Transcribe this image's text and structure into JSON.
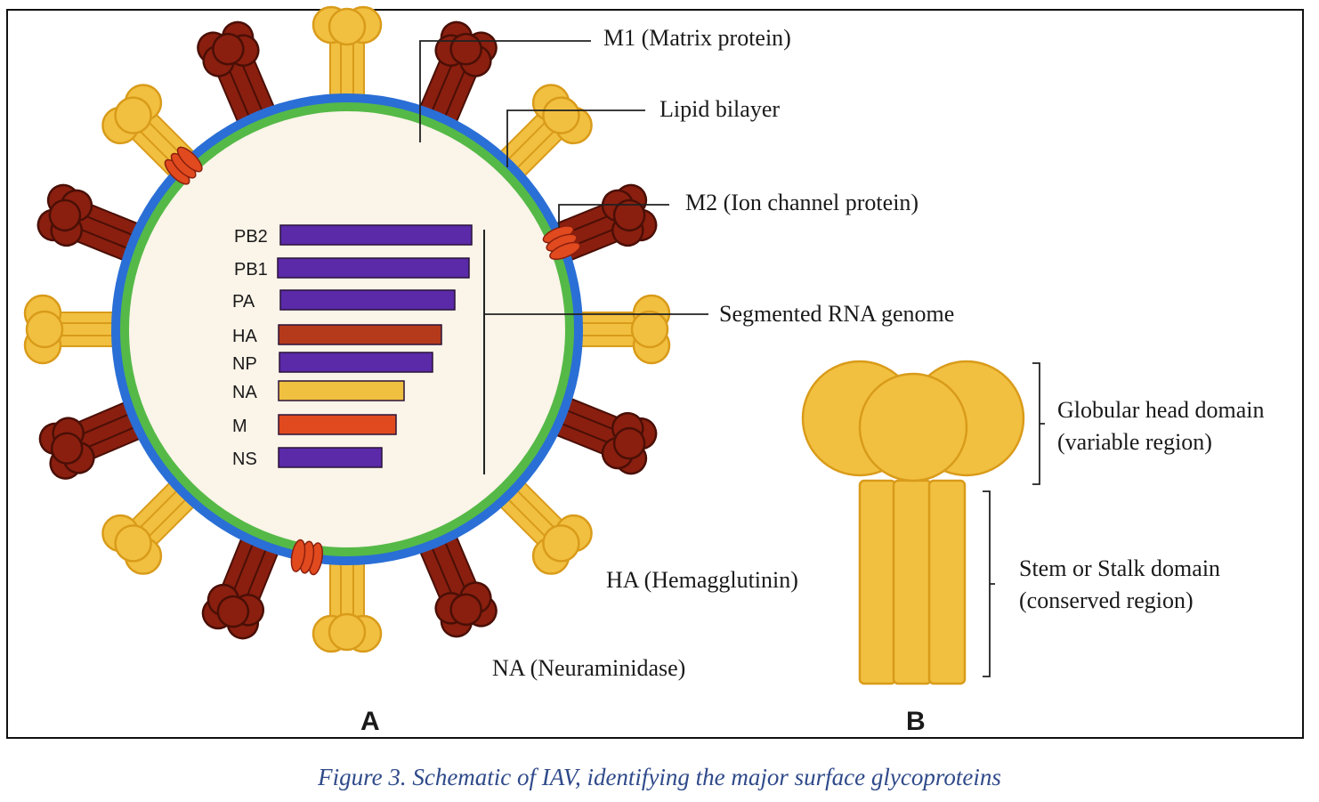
{
  "labels": {
    "m1": "M1 (Matrix protein)",
    "lipid": "Lipid bilayer",
    "m2": "M2 (Ion channel protein)",
    "genome": "Segmented RNA genome",
    "ha": "HA (Hemagglutinin)",
    "na": "NA (Neuraminidase)",
    "head_line1": "Globular head domain",
    "head_line2": "(variable region)",
    "stem_line1": "Stem or Stalk domain",
    "stem_line2": "(conserved region)",
    "panel_a": "A",
    "panel_b": "B"
  },
  "segments": [
    {
      "name": "PB2",
      "color": "#5a2aa8"
    },
    {
      "name": "PB1",
      "color": "#5a2aa8"
    },
    {
      "name": "PA",
      "color": "#5a2aa8"
    },
    {
      "name": "HA",
      "color": "#b53a1c"
    },
    {
      "name": "NP",
      "color": "#5a2aa8"
    },
    {
      "name": "NA",
      "color": "#f0c040"
    },
    {
      "name": "M",
      "color": "#e04a1e"
    },
    {
      "name": "NS",
      "color": "#5a2aa8"
    }
  ],
  "colors": {
    "ha_spike": "#f2c040",
    "na_spike": "#8a1f0f",
    "lipid": "#2a6fd6",
    "matrix": "#55b947",
    "interior": "#fbf4e8",
    "m2": "#e04a1e"
  },
  "caption": "Figure 3. Schematic of IAV, identifying the major surface glycoproteins"
}
